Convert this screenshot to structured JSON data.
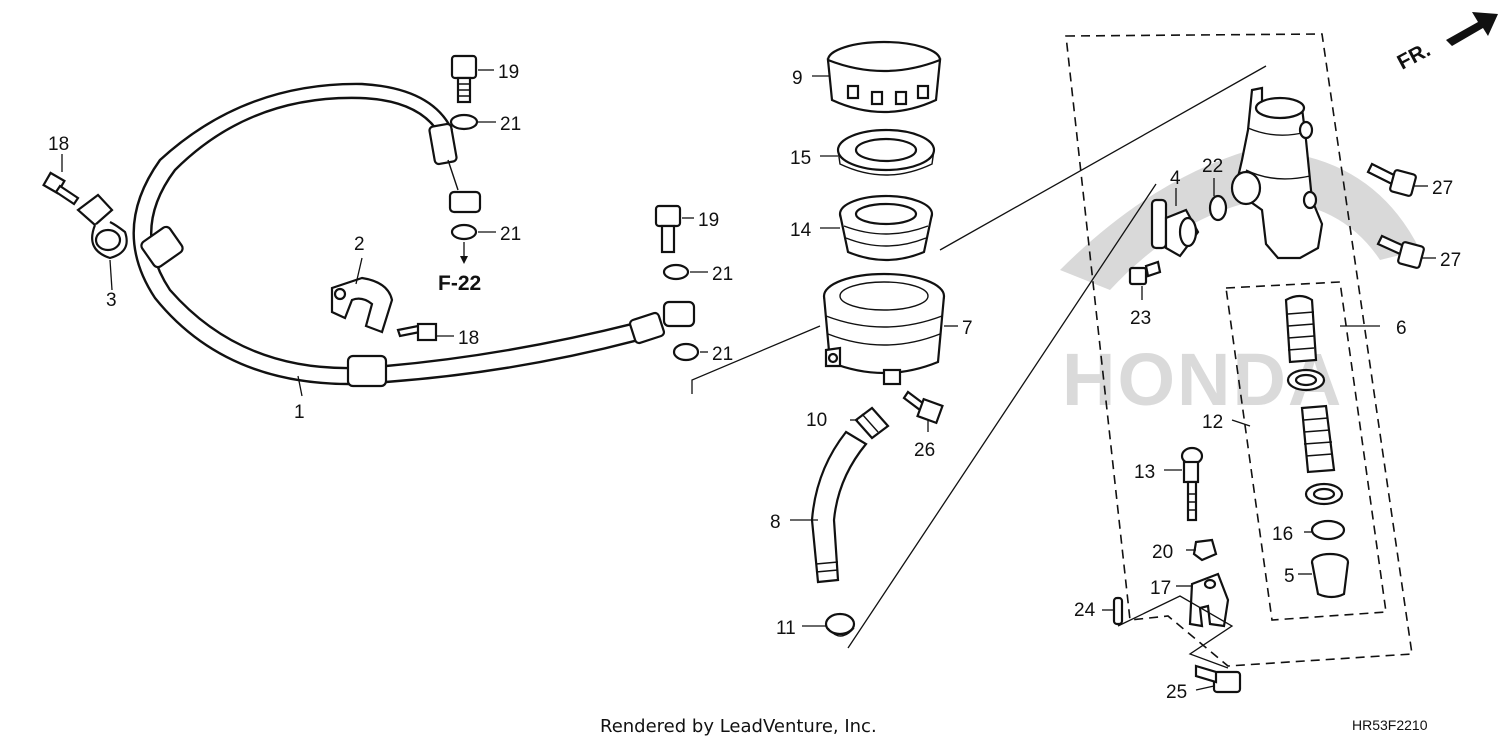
{
  "callouts": {
    "c1": "1",
    "c2": "2",
    "c3": "3",
    "c4": "4",
    "c5": "5",
    "c6": "6",
    "c7": "7",
    "c8": "8",
    "c9": "9",
    "c10": "10",
    "c11": "11",
    "c12": "12",
    "c13": "13",
    "c14": "14",
    "c15": "15",
    "c16": "16",
    "c17": "17",
    "c18a": "18",
    "c18b": "18",
    "c19a": "19",
    "c19b": "19",
    "c20": "20",
    "c21a": "21",
    "c21b": "21",
    "c21c": "21",
    "c21d": "21",
    "c22": "22",
    "c23": "23",
    "c24": "24",
    "c25": "25",
    "c26": "26",
    "c27a": "27",
    "c27b": "27"
  },
  "reference": "F-22",
  "direction": "FR.",
  "watermark": "HONDA",
  "footer": {
    "credit": "Rendered by LeadVenture, Inc.",
    "diagram_code": "HR53F2210"
  },
  "colors": {
    "line": "#111111",
    "watermark": "#d9d9d9"
  }
}
